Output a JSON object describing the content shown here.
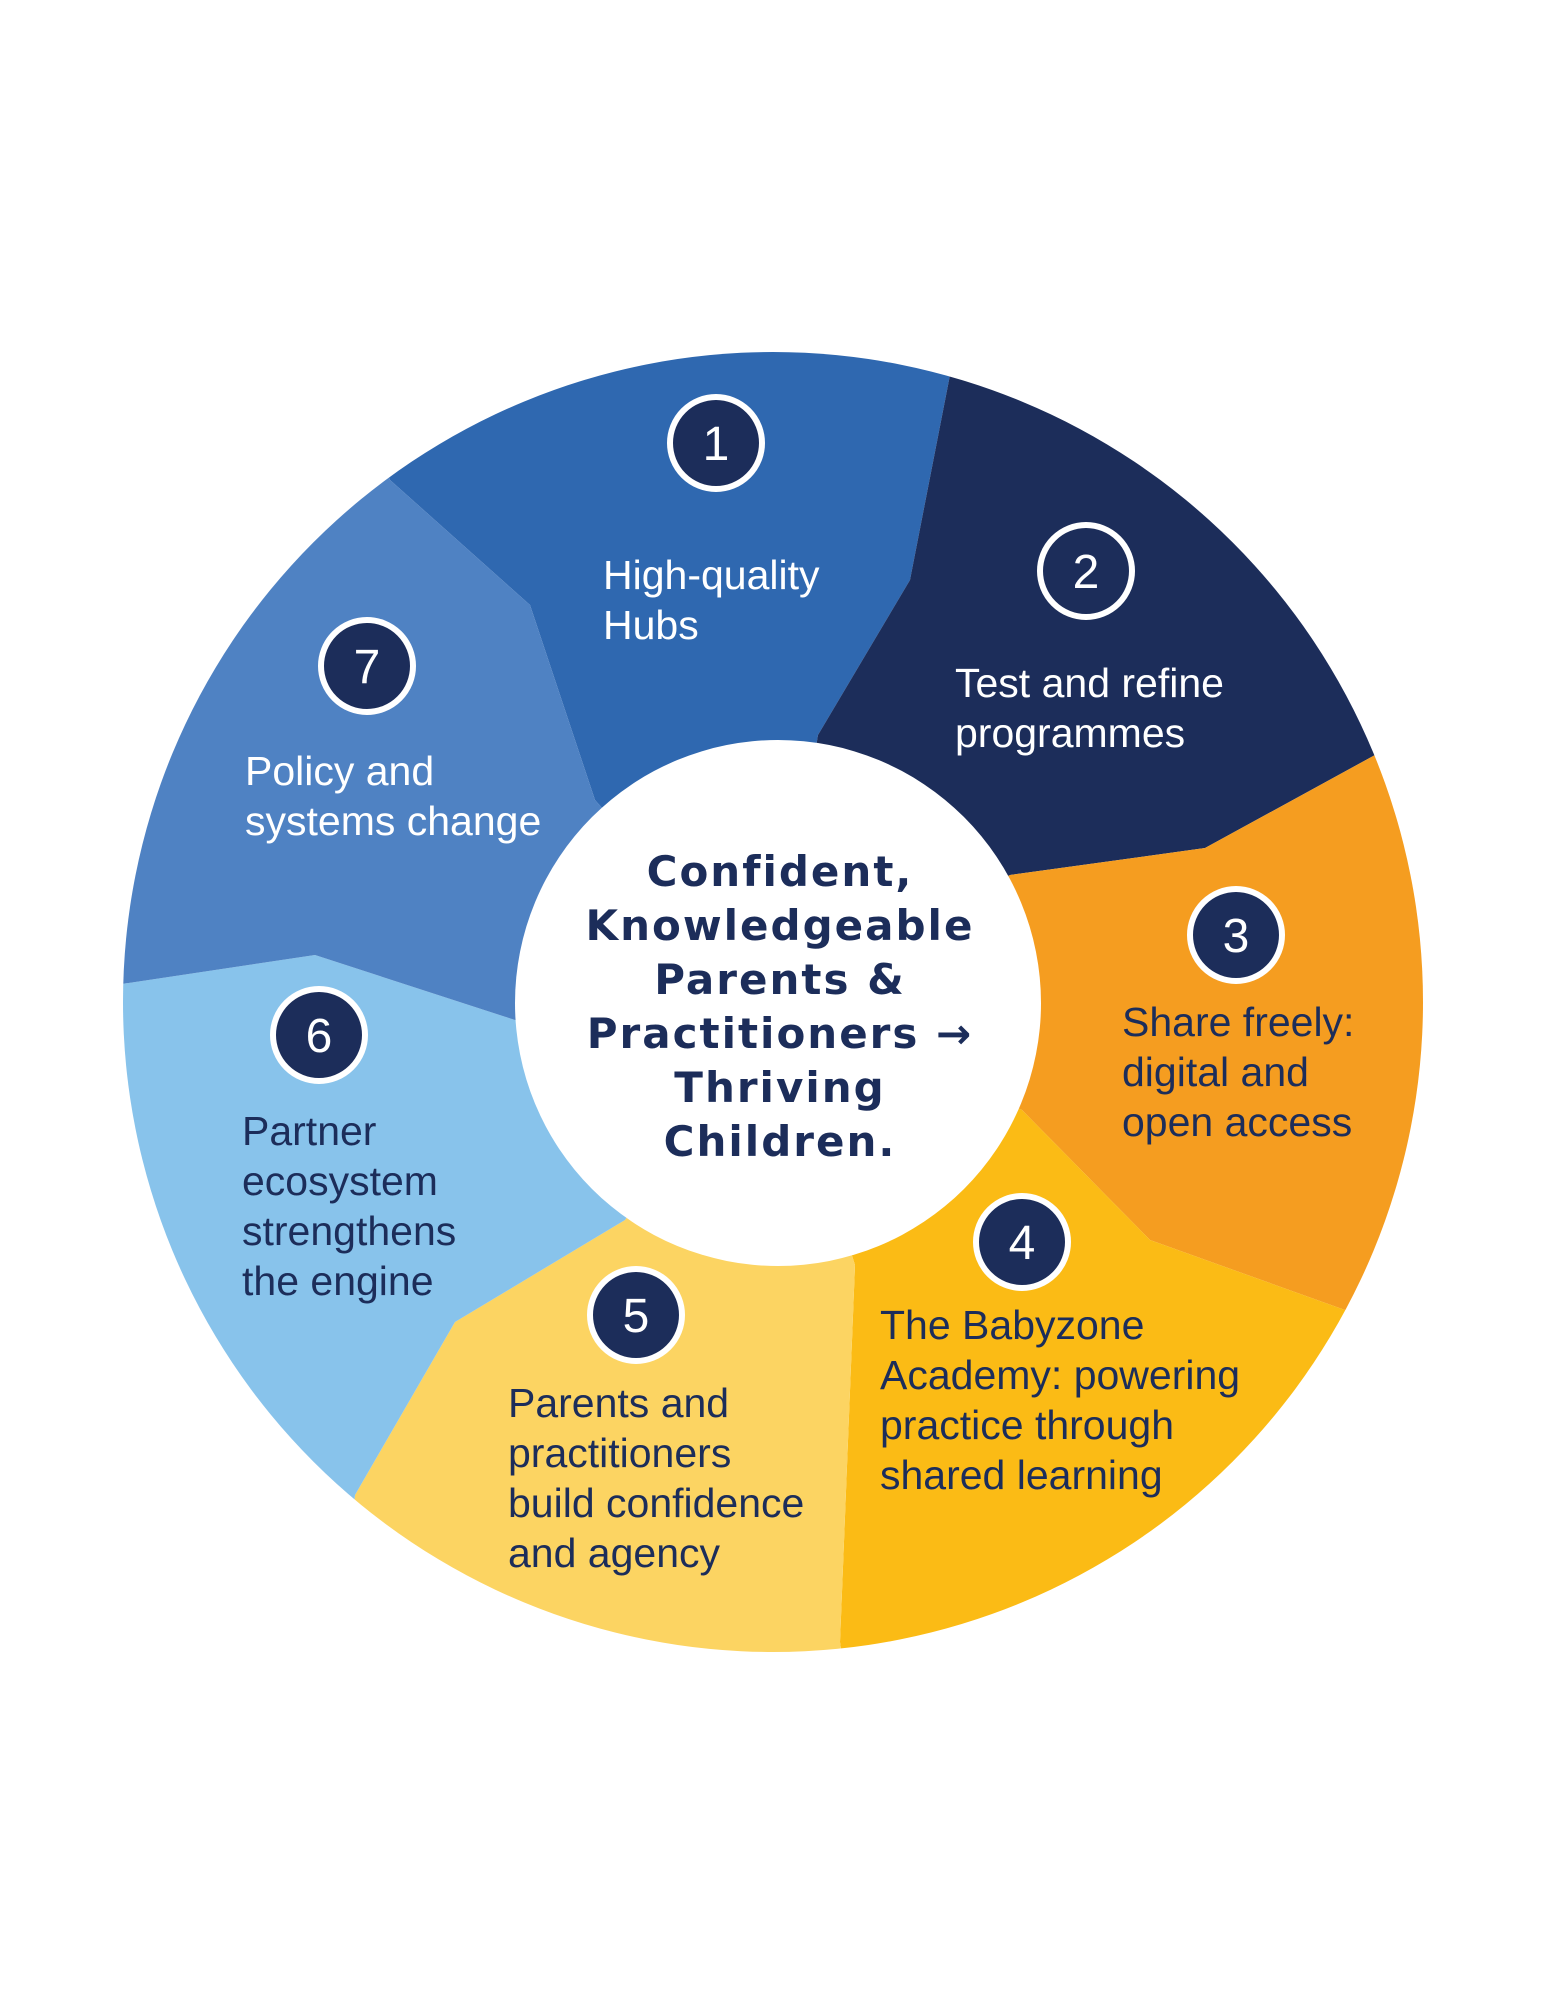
{
  "center_text": "Confident,\nKnowledgeable\nParents &\nPractitioners →\nThriving\nChildren.",
  "colors": {
    "dark_navy": "#1c2d5a",
    "white": "#ffffff"
  },
  "segments": [
    {
      "number": "1",
      "label": "High-quality\nHubs",
      "fill": "#2f68b0",
      "text_color": "#ffffff"
    },
    {
      "number": "2",
      "label": "Test and refine\nprogrammes",
      "fill": "#1c2d5a",
      "text_color": "#ffffff"
    },
    {
      "number": "3",
      "label": "Share freely:\ndigital and\nopen access",
      "fill": "#f59d20",
      "text_color": "#1c2d5a"
    },
    {
      "number": "4",
      "label": "The Babyzone\nAcademy: powering\npractice through\nshared learning",
      "fill": "#fbbb15",
      "text_color": "#1c2d5a"
    },
    {
      "number": "5",
      "label": "Parents and\npractitioners\nbuild confidence\nand agency",
      "fill": "#fcd462",
      "text_color": "#1c2d5a"
    },
    {
      "number": "6",
      "label": "Partner\necosystem\nstrengthens\nthe engine",
      "fill": "#88c3eb",
      "text_color": "#1c2d5a"
    },
    {
      "number": "7",
      "label": "Policy and\nsystems change",
      "fill": "#4f82c3",
      "text_color": "#ffffff"
    }
  ]
}
